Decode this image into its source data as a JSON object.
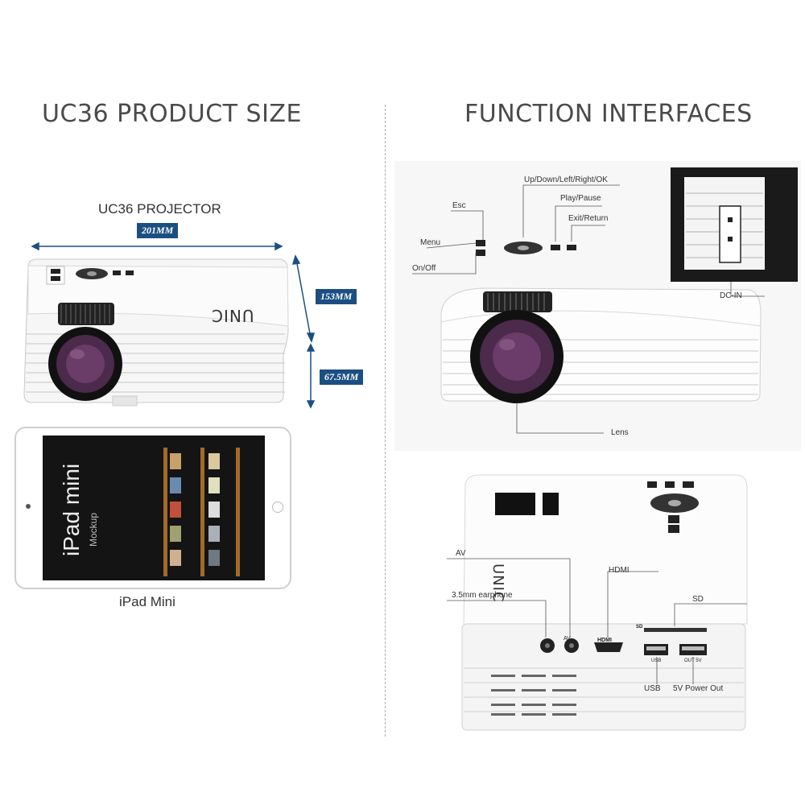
{
  "left": {
    "title": "UC36 PRODUCT SIZE",
    "projector_label": "UC36 PROJECTOR",
    "dim_width": "201MM",
    "dim_depth": "153MM",
    "dim_height": "67.5MM",
    "brand": "UNIC",
    "tablet": {
      "caption": "iPad Mini",
      "screen_title": "iPad mini",
      "screen_sub": "Mockup"
    }
  },
  "right": {
    "title": "FUNCTION INTERFACES",
    "top_labels": {
      "nav": "Up/Down/Left/Right/OK",
      "esc": "Esc",
      "play": "Play/Pause",
      "exit": "Exit/Return",
      "menu": "Menu",
      "onoff": "On/Off",
      "dcin": "DC-IN",
      "lens": "Lens"
    },
    "bottom_labels": {
      "av": "AV",
      "hdmi": "HDMI",
      "sd": "SD",
      "earphone": "3.5mm earphone",
      "usb": "USB",
      "power_out": "5V Power Out"
    },
    "port_marks": {
      "av": "AV",
      "hdmi": "HDMI",
      "sd": "SD",
      "usb": "USB",
      "out": "OUT 5V"
    },
    "brand": "UNIC"
  },
  "colors": {
    "dim_label_bg": "#1b4f82",
    "lens": "#3a1f3a"
  }
}
